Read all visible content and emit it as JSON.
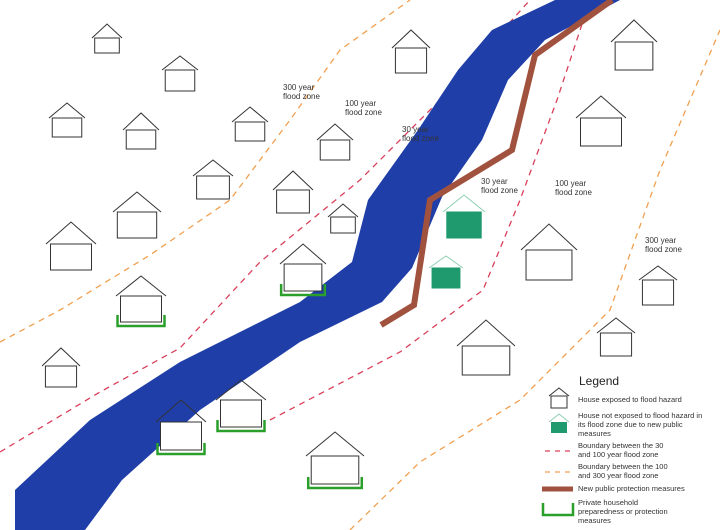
{
  "zone_labels": {
    "left_300": [
      "300 year",
      "flood zone"
    ],
    "left_100": [
      "100 year",
      "flood zone"
    ],
    "left_30": [
      "30 year",
      "flood zone"
    ],
    "right_30": [
      "30 year",
      "flood zone"
    ],
    "right_100": [
      "100 year",
      "flood zone"
    ],
    "right_300": [
      "300 year",
      "flood zone"
    ]
  },
  "legend": {
    "title": "Legend",
    "items": [
      {
        "symbol": "house-outline",
        "lines": [
          "House exposed to flood hazard"
        ]
      },
      {
        "symbol": "house-green",
        "lines": [
          "House not exposed to flood hazard in",
          "its flood zone due to new public",
          "measures"
        ]
      },
      {
        "symbol": "red-dashed-line",
        "lines": [
          "Boundary between the 30",
          "and 100 year flood zone"
        ]
      },
      {
        "symbol": "orange-dashed-line",
        "lines": [
          "Boundary between the 100",
          "and 300 year flood zone"
        ]
      },
      {
        "symbol": "brown-line",
        "lines": [
          "New public protection measures"
        ]
      },
      {
        "symbol": "green-bracket",
        "lines": [
          "Private household",
          "preparedness or protection",
          "measures"
        ]
      }
    ]
  },
  "colors": {
    "river": "#1f3ea8",
    "public_measure": "#a0523f",
    "protected_house": "#1f9a6e",
    "private_measure": "#2aa02a",
    "boundary_30_100": "#d8405a",
    "boundary_100_300": "#f0a050"
  }
}
